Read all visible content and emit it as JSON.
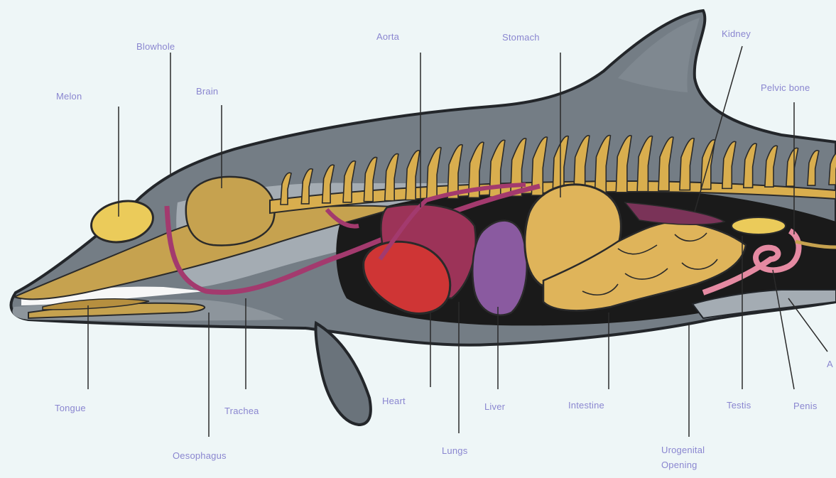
{
  "labels": {
    "blowhole": "Blowhole",
    "melon": "Melon",
    "brain": "Brain",
    "aorta": "Aorta",
    "stomach": "Stomach",
    "kidney": "Kidney",
    "pelvic_bone": "Pelvic bone",
    "tongue": "Tongue",
    "oesophagus": "Oesophagus",
    "trachea": "Trachea",
    "heart": "Heart",
    "lungs": "Lungs",
    "liver": "Liver",
    "intestine": "Intestine",
    "urogenital_line1": "Urogenital",
    "urogenital_line2": "Opening",
    "testis": "Testis",
    "penis": "Penis",
    "anus_partial": "A"
  },
  "colors": {
    "background": "#eef6f7",
    "body_grey": "#747d85",
    "body_light": "#a4acb3",
    "cavity": "#1a1a1a",
    "bone": "#d9ae4e",
    "stomach": "#dfb45a",
    "heart": "#cf3535",
    "lungs": "#9c3358",
    "liver": "#8a5aa0",
    "vessel": "#a33a6e",
    "melon": "#ebcb5a",
    "label": "#8a86d0"
  }
}
